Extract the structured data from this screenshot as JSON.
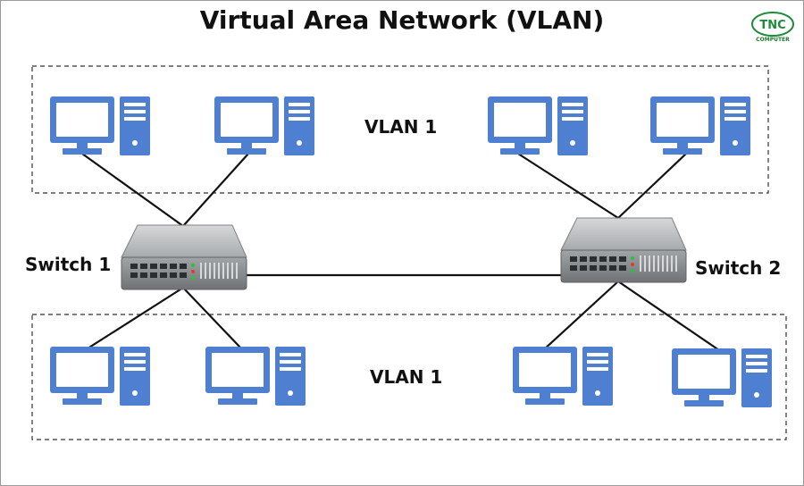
{
  "title": "Virtual Area Network (VLAN)",
  "logo": {
    "initials": "TNC",
    "name": "COMPUTER"
  },
  "groups": [
    {
      "id": "top",
      "label": "VLAN 1"
    },
    {
      "id": "bottom",
      "label": "VLAN 1"
    }
  ],
  "switches": [
    {
      "id": "switch1",
      "label": "Switch 1"
    },
    {
      "id": "switch2",
      "label": "Switch 2"
    }
  ],
  "colors": {
    "computer": "#4f7fd0",
    "computer_dark": "#3a66b8",
    "switch_body": "#8f9396",
    "switch_top": "#b9bcbe",
    "link": "#111111",
    "logo": "#1e8c3a"
  }
}
